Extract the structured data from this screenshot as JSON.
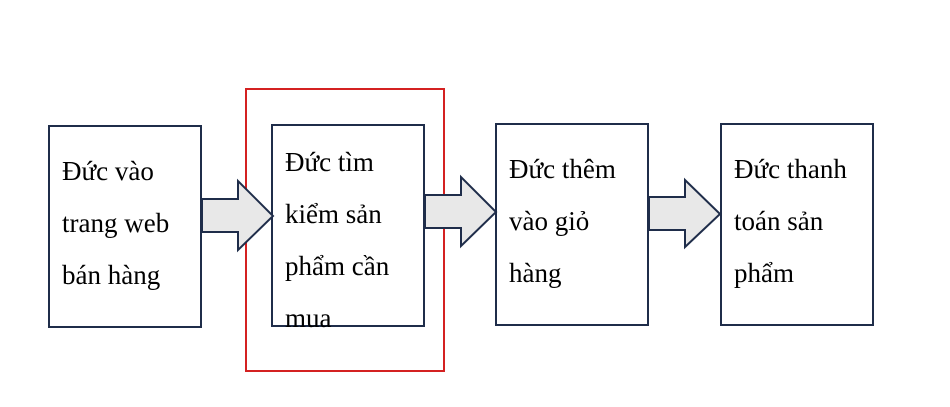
{
  "diagram": {
    "steps": [
      {
        "label": "Đức vào\ntrang web\nbán hàng"
      },
      {
        "label": "Đức tìm\nkiểm sản\nphẩm cần\nmua"
      },
      {
        "label": "Đức thêm\nvào giỏ\nhàng"
      },
      {
        "label": "Đức thanh\ntoán sản\nphẩm"
      }
    ],
    "highlighted_step": 1,
    "colors": {
      "box_border": "#1f2d4a",
      "arrow_fill": "#e8e8e8",
      "arrow_stroke": "#1f2d4a",
      "highlight_border": "#d42121"
    }
  }
}
